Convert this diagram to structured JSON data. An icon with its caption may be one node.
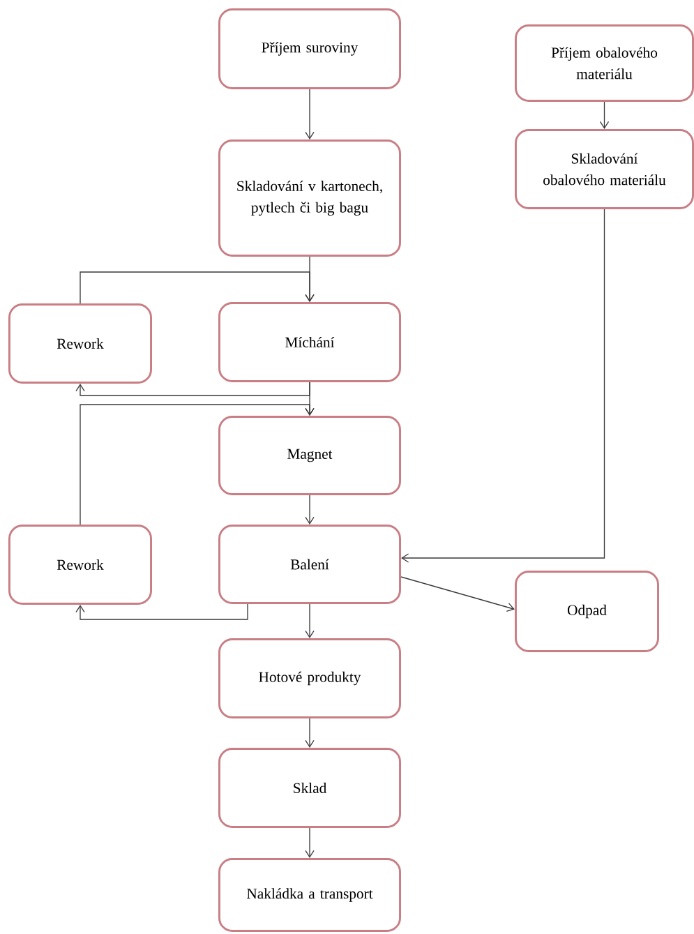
{
  "diagram": {
    "nodes": [
      {
        "text": [
          "Příjem suroviny"
        ]
      },
      {
        "text": [
          "Příjem obalového materiálu"
        ]
      },
      {
        "text": [
          "Skladování v kartonech, pytlech či big bagu"
        ]
      },
      {
        "text": [
          "Skladování obalového materiálu"
        ]
      },
      {
        "text": [
          "Rework"
        ]
      },
      {
        "text": [
          "Míchání"
        ]
      },
      {
        "text": [
          "Magnet"
        ]
      },
      {
        "text": [
          "Rework"
        ]
      },
      {
        "text": [
          "Balení"
        ]
      },
      {
        "text": [
          "Odpad"
        ]
      },
      {
        "text": [
          "Hotové produkty"
        ]
      },
      {
        "text": [
          "Sklad"
        ]
      },
      {
        "text": [
          "Nakládka a transport"
        ]
      }
    ],
    "edges": [
      {
        "from": 0,
        "to": 2,
        "arrow": "to"
      },
      {
        "from": 1,
        "to": 3,
        "arrow": "to"
      },
      {
        "from": 2,
        "to": 5,
        "arrow": "to"
      },
      {
        "from": 4,
        "to": 5,
        "arrow": "to"
      },
      {
        "from": 5,
        "to": 6,
        "arrow": "to"
      },
      {
        "from": 5,
        "to": 4,
        "arrow": "to"
      },
      {
        "from": 7,
        "to": 6,
        "arrow": "to"
      },
      {
        "from": 6,
        "to": 8,
        "arrow": "to"
      },
      {
        "from": 8,
        "to": 7,
        "arrow": "to"
      },
      {
        "from": 3,
        "to": 8,
        "arrow": "to"
      },
      {
        "from": 8,
        "to": 9,
        "arrow": "to"
      },
      {
        "from": 8,
        "to": 10,
        "arrow": "to"
      },
      {
        "from": 10,
        "to": 11,
        "arrow": "to"
      },
      {
        "from": 11,
        "to": 12,
        "arrow": "to"
      }
    ]
  }
}
